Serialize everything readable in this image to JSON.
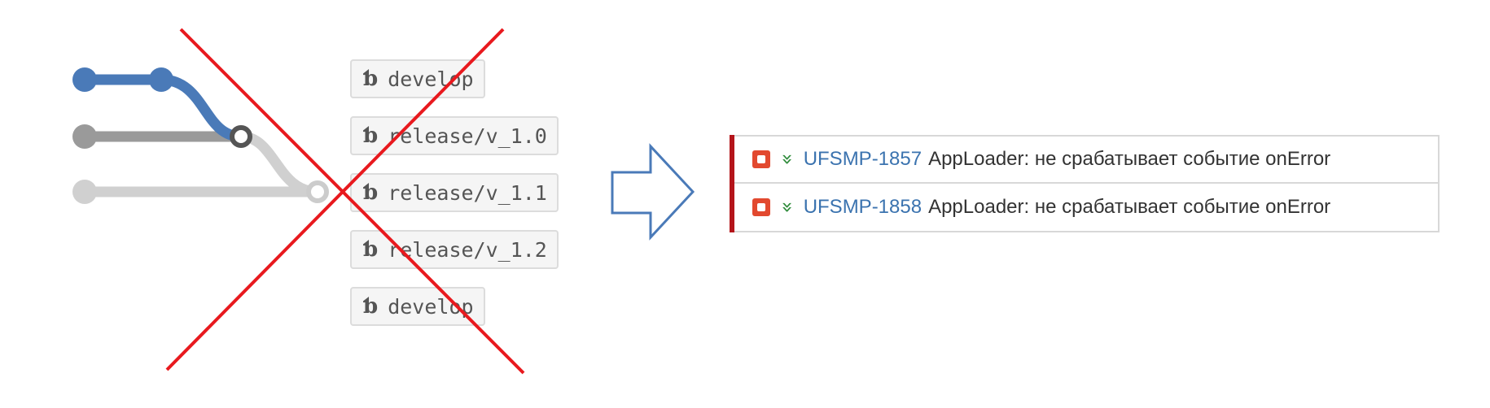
{
  "branches": [
    {
      "label": "develop"
    },
    {
      "label": "release/v_1.0"
    },
    {
      "label": "release/v_1.1"
    },
    {
      "label": "release/v_1.2"
    },
    {
      "label": "develop"
    }
  ],
  "branch_icon": "branch-icon",
  "issues": [
    {
      "key": "UFSMP-1857",
      "summary": "AppLoader: не срабатывает событие onError"
    },
    {
      "key": "UFSMP-1858",
      "summary": "AppLoader: не срабатывает событие onError"
    }
  ],
  "colors": {
    "graph_primary": "#4a7ab8",
    "graph_secondary": "#9a9a9a",
    "graph_tertiary": "#d0d0d0",
    "cross": "#e8191e",
    "arrow": "#4a7ab8",
    "issue_link": "#3b73af",
    "issue_type": "#e2492f",
    "priority": "#2e8b3a",
    "row_accent": "#b4141a"
  }
}
